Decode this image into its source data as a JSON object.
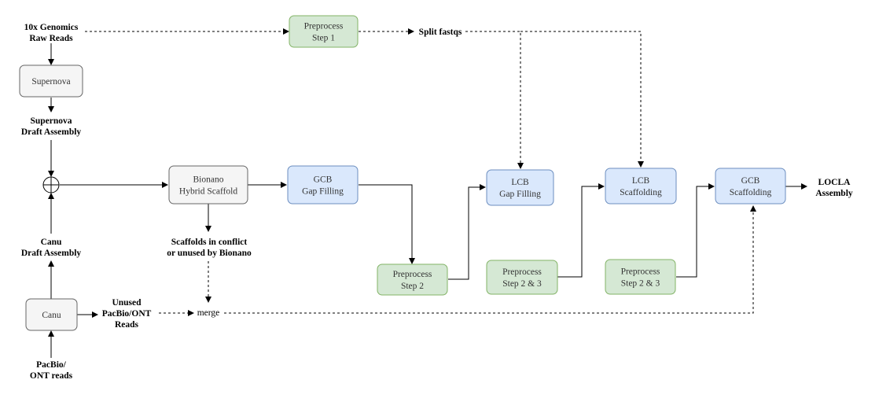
{
  "colors": {
    "gray_fill": "#f5f5f5",
    "gray_stroke": "#666666",
    "green_fill": "#d5e8d4",
    "green_stroke": "#82b366",
    "blue_fill": "#dae8fc",
    "blue_stroke": "#6c8ebf"
  },
  "boxes": {
    "supernova": {
      "lines": [
        "Supernova"
      ]
    },
    "bionano": {
      "lines": [
        "Bionano",
        "Hybrid Scaffold"
      ]
    },
    "canu": {
      "lines": [
        "Canu"
      ]
    },
    "preprocess1": {
      "lines": [
        "Preprocess",
        "Step 1"
      ]
    },
    "preprocess2": {
      "lines": [
        "Preprocess",
        "Step 2"
      ]
    },
    "preprocess23a": {
      "lines": [
        "Preprocess",
        "Step 2 & 3"
      ]
    },
    "preprocess23b": {
      "lines": [
        "Preprocess",
        "Step 2 & 3"
      ]
    },
    "gcb_gap": {
      "lines": [
        "GCB",
        "Gap Filling"
      ]
    },
    "lcb_gap": {
      "lines": [
        "LCB",
        "Gap Filling"
      ]
    },
    "lcb_scaf": {
      "lines": [
        "LCB",
        "Scaffolding"
      ]
    },
    "gcb_scaf": {
      "lines": [
        "GCB",
        "Scaffolding"
      ]
    }
  },
  "labels": {
    "genomics_raw": [
      "10x Genomics",
      "Raw Reads"
    ],
    "supernova_draft": [
      "Supernova",
      "Draft Assembly"
    ],
    "canu_draft": [
      "Canu",
      "Draft Assembly"
    ],
    "pacbio_reads": [
      "PacBio/",
      "ONT reads"
    ],
    "unused_reads": [
      "Unused",
      "PacBio/ONT",
      "Reads"
    ],
    "scaffolds_conflict": [
      "Scaffolds in conflict",
      "or  unused by Bionano"
    ],
    "split_fastqs": "Split fastqs",
    "merge": "merge",
    "locla_assembly": [
      "LOCLA",
      "Assembly"
    ]
  }
}
